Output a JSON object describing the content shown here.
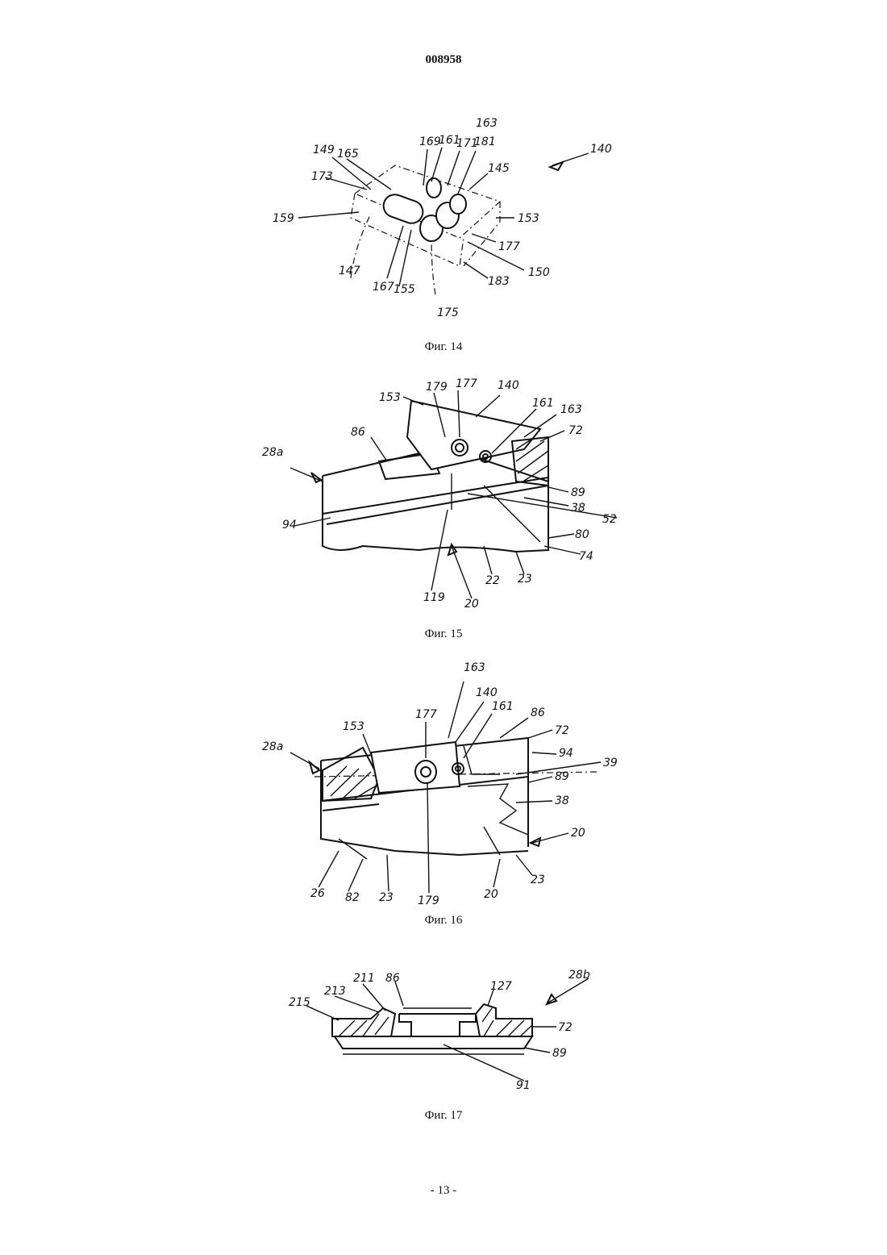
{
  "header": {
    "patent_number": "008958"
  },
  "figures": [
    {
      "caption": "Фиг. 14",
      "labels": [
        "140",
        "163",
        "169",
        "161",
        "171",
        "181",
        "149",
        "165",
        "173",
        "145",
        "159",
        "153",
        "177",
        "150",
        "147",
        "167",
        "155",
        "183",
        "175"
      ]
    },
    {
      "caption": "Фиг. 15",
      "labels": [
        "179",
        "177",
        "140",
        "153",
        "161",
        "163",
        "72",
        "86",
        "28a",
        "89",
        "38",
        "52",
        "94",
        "80",
        "74",
        "22",
        "23",
        "119",
        "20"
      ]
    },
    {
      "caption": "Фиг. 16",
      "labels": [
        "163",
        "140",
        "177",
        "161",
        "86",
        "153",
        "72",
        "28a",
        "94",
        "39",
        "89",
        "38",
        "20",
        "26",
        "82",
        "23",
        "179",
        "20",
        "23"
      ]
    },
    {
      "caption": "Фиг. 17",
      "labels": [
        "211",
        "86",
        "213",
        "215",
        "127",
        "28b",
        "72",
        "89",
        "91"
      ]
    }
  ],
  "footer": {
    "page_label": "- 13 -"
  }
}
